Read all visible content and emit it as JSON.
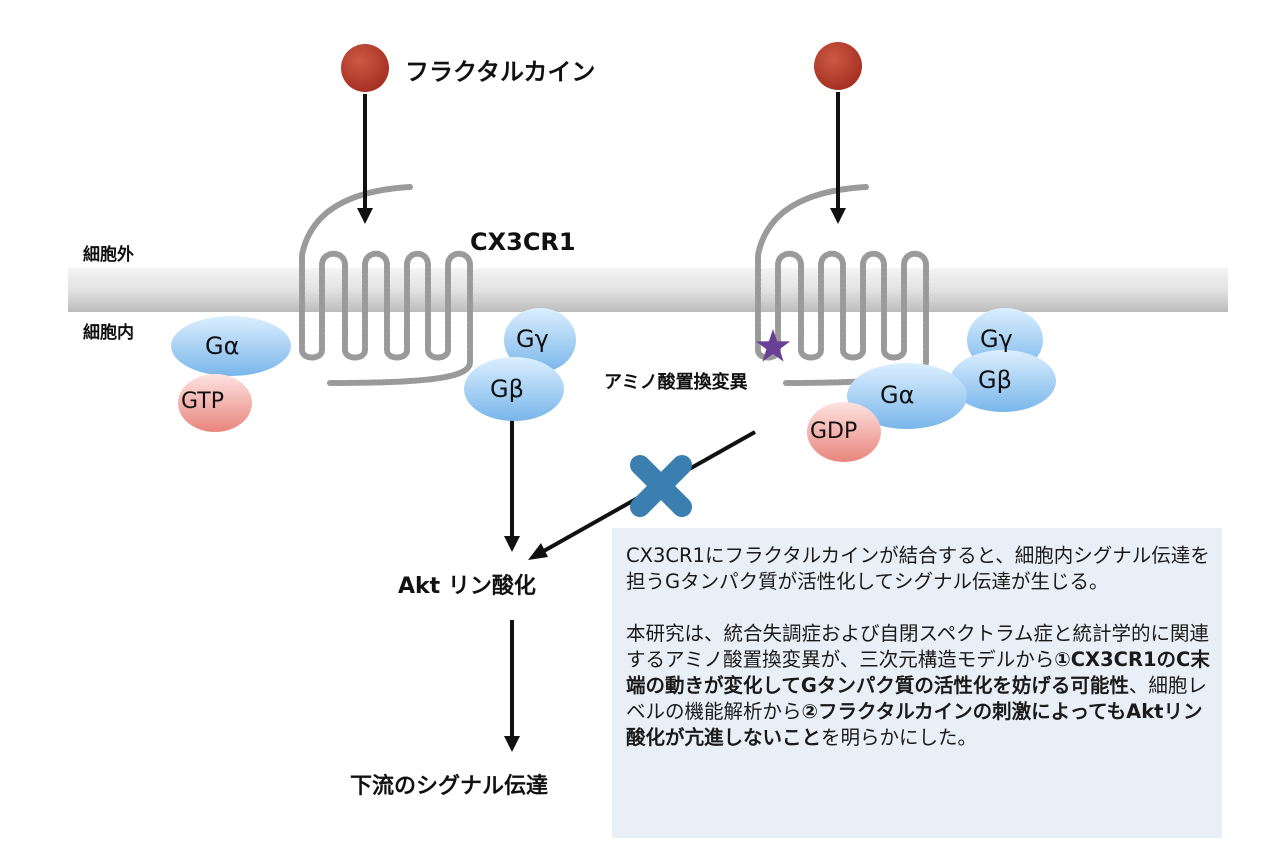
{
  "labels": {
    "ligand": "フラクタルカイン",
    "receptor": "CX3CR1",
    "extracellular": "細胞外",
    "intracellular": "細胞内",
    "mutation": "アミノ酸置換変異",
    "akt": "Akt リン酸化",
    "downstream": "下流のシグナル伝達"
  },
  "proteins": {
    "g_alpha": "Gα",
    "g_beta": "Gβ",
    "g_gamma": "Gγ",
    "gtp": "GTP",
    "gdp": "GDP"
  },
  "colors": {
    "ligand": "#b53a2a",
    "g_protein": "#9cc8ee",
    "nucleotide": "#e98c85",
    "membrane": "#e0e0e0",
    "receptor": "#9a9a9a",
    "mutation_star": "#6a3f96",
    "block_cross": "#3a7fb0",
    "box_bg": "#e9eff6"
  },
  "info": {
    "p1": "CX3CR1にフラクタルカインが結合すると、細胞内シグナル伝達を担うGタンパク質が活性化してシグナル伝達が生じる。",
    "p2_part1": "本研究は、統合失調症および自閉スペクトラム症と統計学的に関連するアミノ酸置換変異が、三次元構造モデルから",
    "p2_bold1": "①CX3CR1のC末端の動きが変化してGタンパク質の活性化を妨げる可能性",
    "p2_part2": "、細胞レベルの機能解析から",
    "p2_bold2": "②フラクタルカインの刺激によってもAktリン酸化が亢進しないこと",
    "p2_part3": "を明らかにした。"
  }
}
